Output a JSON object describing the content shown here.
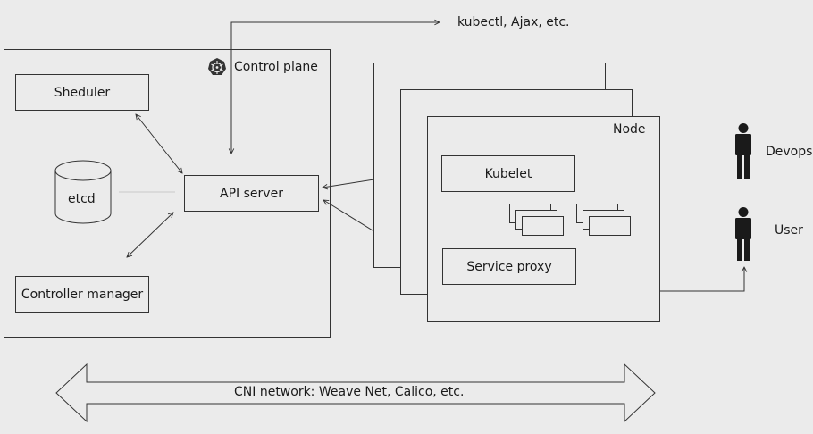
{
  "external_clients": "kubectl, Ajax, etc.",
  "control_plane": {
    "title": "Control plane",
    "scheduler": "Sheduler",
    "etcd": "etcd",
    "api_server": "API server",
    "controller_manager": "Controller manager"
  },
  "node": {
    "title": "Node",
    "kubelet": "Kubelet",
    "service_proxy": "Service proxy"
  },
  "actors": {
    "devops": "Devops",
    "user": "User"
  },
  "network": "CNI network: Weave Net, Calico, etc.",
  "icons": {
    "kubernetes": "kubernetes-logo-icon",
    "person": "person-icon"
  },
  "colors": {
    "background": "#ebebeb",
    "stroke": "#333333"
  }
}
